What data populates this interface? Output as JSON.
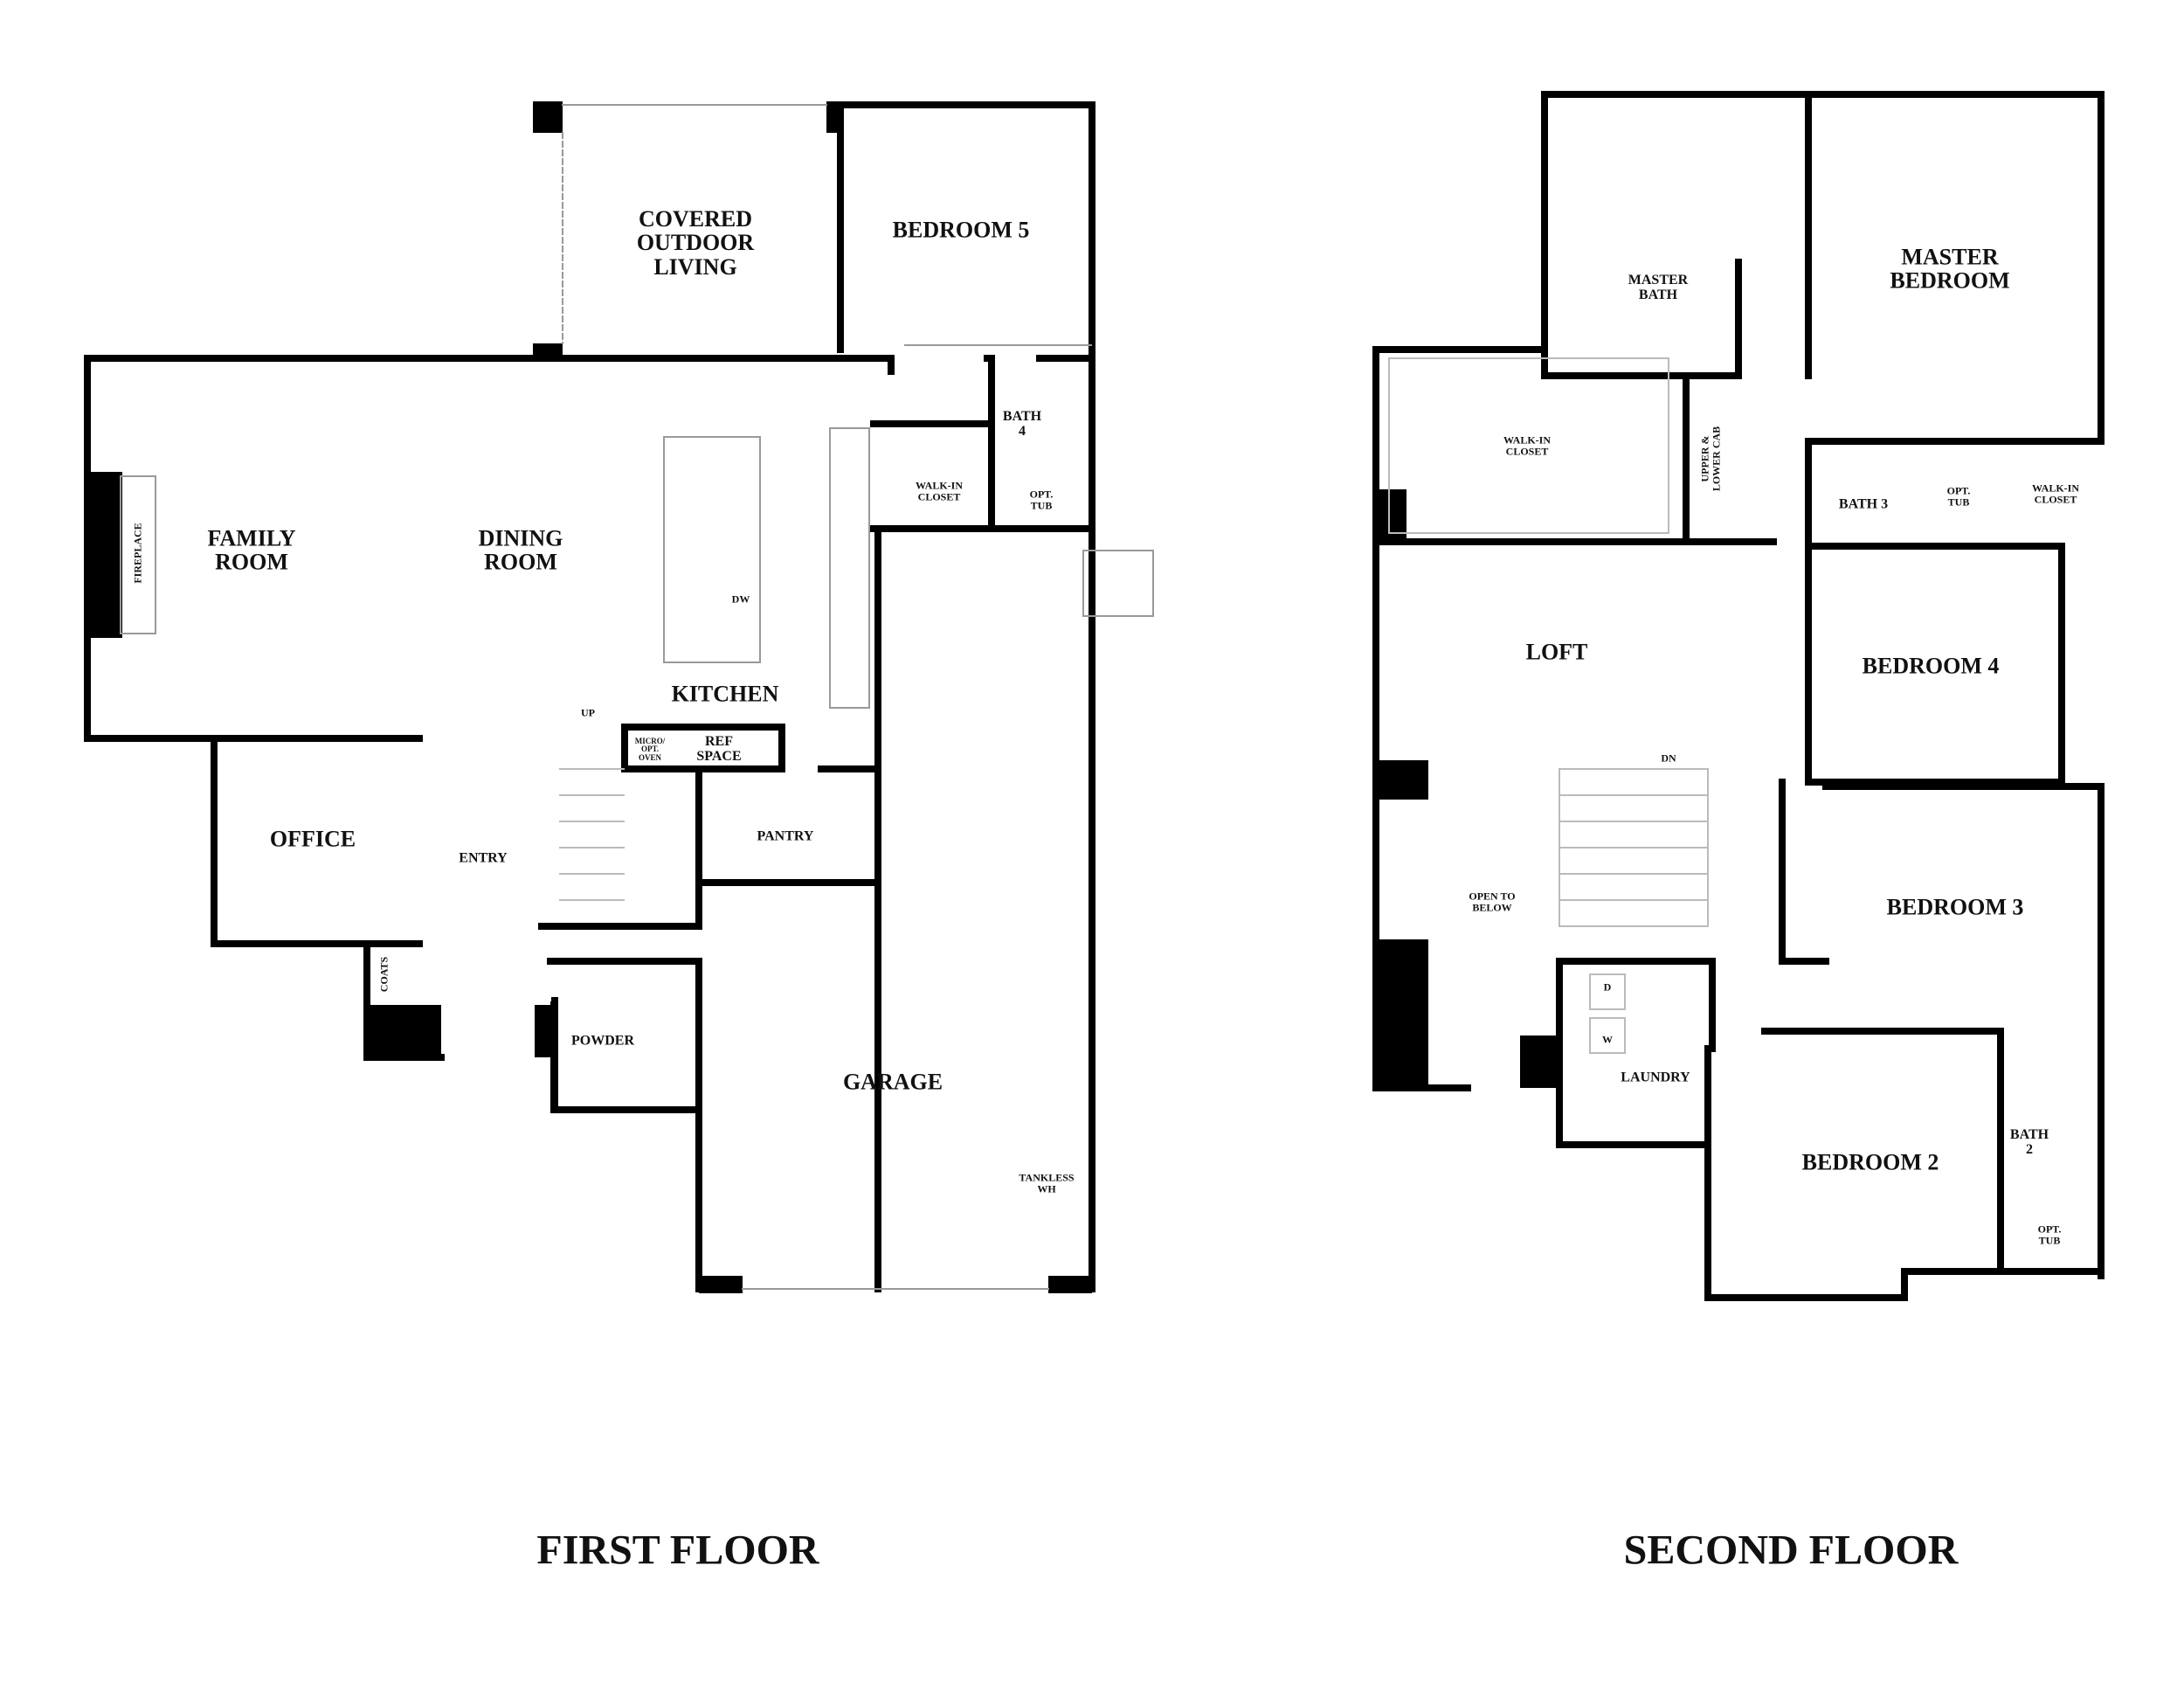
{
  "floors": {
    "first": {
      "title": "FIRST FLOOR",
      "rooms": {
        "covered_outdoor": "COVERED\nOUTDOOR\nLIVING",
        "bedroom5": "BEDROOM 5",
        "bath4": "BATH\n4",
        "walkin": "WALK-IN\nCLOSET",
        "opt_tub": "OPT.\nTUB",
        "family": "FAMILY\nROOM",
        "dining": "DINING\nROOM",
        "fireplace": "FIREPLACE",
        "dw": "DW",
        "kitchen": "KITCHEN",
        "up": "UP",
        "micro": "MICRO/\nOPT.\nOVEN",
        "ref": "REF\nSPACE",
        "pantry": "PANTRY",
        "office": "OFFICE",
        "entry": "ENTRY",
        "coats": "COATS",
        "powder": "POWDER",
        "garage": "GARAGE",
        "tankless": "TANKLESS\nWH"
      }
    },
    "second": {
      "title": "SECOND FLOOR",
      "rooms": {
        "master_bath": "MASTER\nBATH",
        "master_bedroom": "MASTER\nBEDROOM",
        "walkin_master": "WALK-IN\nCLOSET",
        "upper_lower_cab": "UPPER &\nLOWER CAB",
        "bath3": "BATH 3",
        "opt_tub3": "OPT.\nTUB",
        "walkin4": "WALK-IN\nCLOSET",
        "loft": "LOFT",
        "bedroom4": "BEDROOM 4",
        "dn": "DN",
        "open_below": "OPEN TO\nBELOW",
        "bedroom3": "BEDROOM 3",
        "dryer": "D",
        "washer": "W",
        "laundry": "LAUNDRY",
        "bedroom2": "BEDROOM 2",
        "bath2": "BATH\n2",
        "opt_tub2": "OPT.\nTUB"
      }
    }
  }
}
